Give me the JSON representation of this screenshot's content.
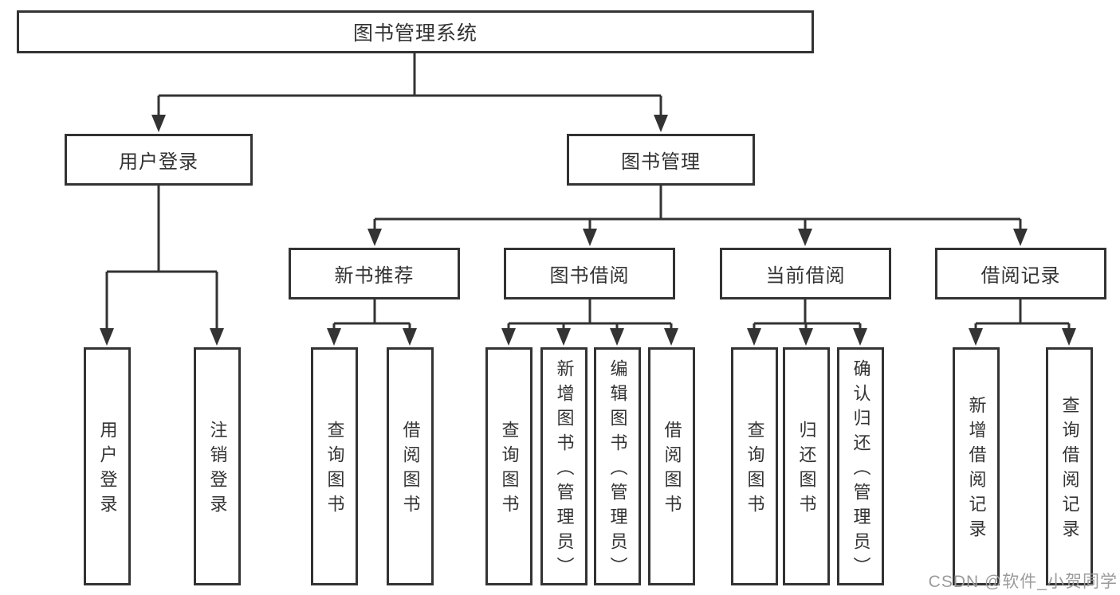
{
  "diagram": {
    "root": {
      "label": "图书管理系统"
    },
    "user_login": {
      "label": "用户登录",
      "children": [
        {
          "label": "用户登录"
        },
        {
          "label": "注销登录"
        }
      ]
    },
    "book_management": {
      "label": "图书管理",
      "sections": [
        {
          "label": "新书推荐",
          "children": [
            {
              "label": "查询图书"
            },
            {
              "label": "借阅图书"
            }
          ]
        },
        {
          "label": "图书借阅",
          "children": [
            {
              "label": "查询图书"
            },
            {
              "label": "新增图书（管理员）"
            },
            {
              "label": "编辑图书（管理员）"
            },
            {
              "label": "借阅图书"
            }
          ]
        },
        {
          "label": "当前借阅",
          "children": [
            {
              "label": "查询图书"
            },
            {
              "label": "归还图书"
            },
            {
              "label": "确认归还（管理员）"
            }
          ]
        },
        {
          "label": "借阅记录",
          "children": [
            {
              "label": "新增借阅记录"
            },
            {
              "label": "查询借阅记录"
            }
          ]
        }
      ]
    }
  },
  "watermark": {
    "text": "CSDN @软件_小贺同学",
    "color": "#9b9b9b"
  },
  "colors": {
    "line": "#333333",
    "box_border": "#333333",
    "box_fill": "#ffffff",
    "text": "#333333",
    "background": "#ffffff"
  }
}
